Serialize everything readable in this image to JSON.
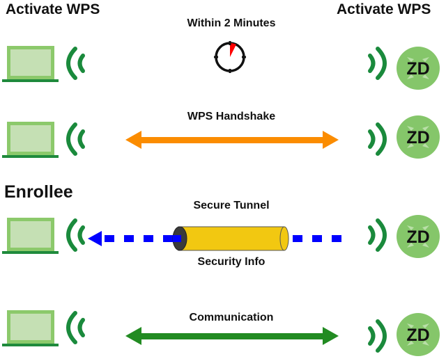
{
  "headers": {
    "left": "Activate WPS",
    "right": "Activate WPS"
  },
  "enrollee_label": "Enrollee",
  "rows": [
    {
      "id": "timer",
      "top_label": "Within 2 Minutes",
      "connector": "stopwatch-icon",
      "bottom_label": ""
    },
    {
      "id": "handshake",
      "top_label": "WPS Handshake",
      "connector": "double-arrow",
      "color": "#fb8c00",
      "bottom_label": ""
    },
    {
      "id": "tunnel",
      "top_label": "Secure Tunnel",
      "connector": "dashed-arrow-left-through-tunnel",
      "color": "#0000ff",
      "tunnel_color": "#f2c811",
      "bottom_label": "Security Info"
    },
    {
      "id": "communication",
      "top_label": "Communication",
      "connector": "double-arrow",
      "color": "#228b22",
      "bottom_label": ""
    }
  ],
  "device_left": {
    "icon": "laptop-icon",
    "signal": "wifi-signal-icon",
    "color_fill": "#c5e0b4",
    "color_frame": "#8cc96b",
    "color_base": "#1f8a3c"
  },
  "device_right": {
    "icon": "zonedirector-icon",
    "text": "ZD",
    "signal": "wifi-signal-icon",
    "color": "#85c66a"
  },
  "colors": {
    "signal": "#1a8a3c",
    "timer_hand": "#ff0000"
  }
}
